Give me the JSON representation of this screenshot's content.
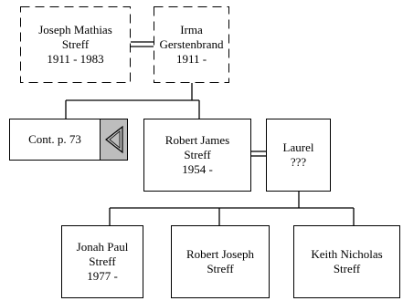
{
  "people": {
    "joseph_mathias": {
      "line1": "Joseph Mathias",
      "line2": "Streff",
      "line3": "1911 - 1983"
    },
    "irma": {
      "line1": "Irma",
      "line2": "Gerstenbrand",
      "line3": "1911 -"
    },
    "robert_james": {
      "line1": "Robert James",
      "line2": "Streff",
      "line3": "1954 -"
    },
    "laurel": {
      "line1": "Laurel",
      "line2": "???"
    },
    "jonah_paul": {
      "line1": "Jonah Paul",
      "line2": "Streff",
      "line3": "1977 -"
    },
    "robert_joseph": {
      "line1": "Robert Joseph",
      "line2": "Streff"
    },
    "keith_nicholas": {
      "line1": "Keith Nicholas",
      "line2": "Streff"
    }
  },
  "continuation": {
    "label": "Cont. p. 73",
    "icon": "left-triangle-icon",
    "button_color": "#bdbdbd"
  }
}
